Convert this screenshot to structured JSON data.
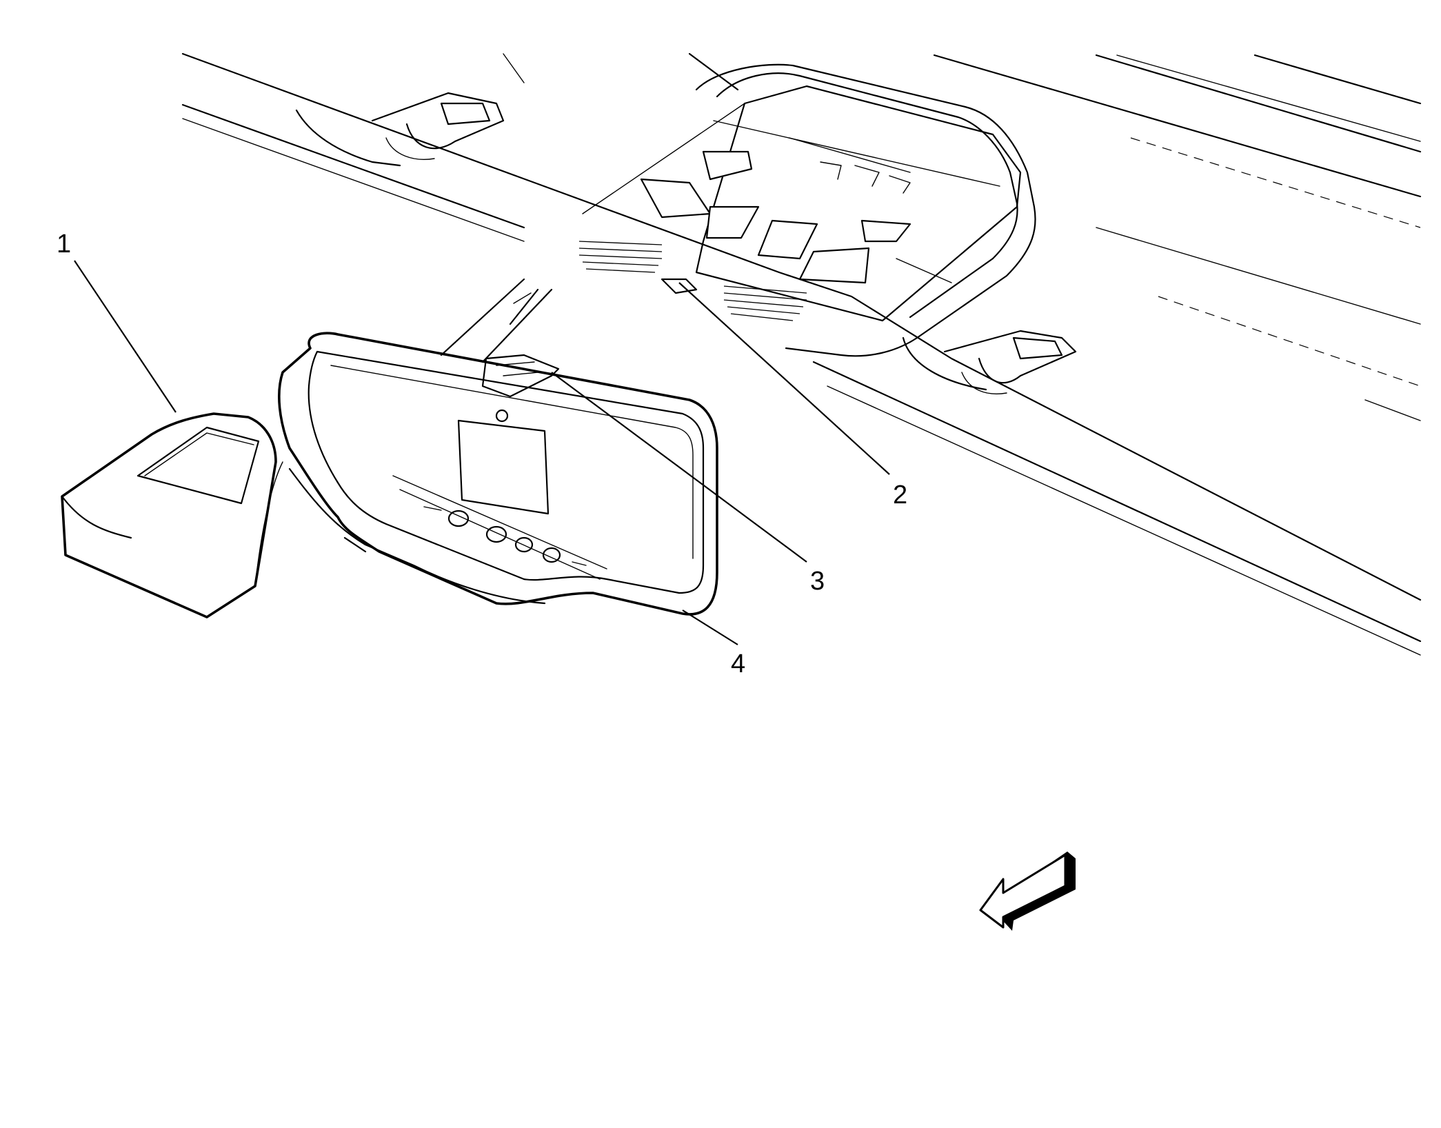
{
  "callouts": [
    {
      "id": "1",
      "label": "1"
    },
    {
      "id": "2",
      "label": "2"
    },
    {
      "id": "3",
      "label": "3"
    },
    {
      "id": "4",
      "label": "4"
    }
  ],
  "icons": {
    "direction_arrow": "front-direction-arrow-icon"
  }
}
